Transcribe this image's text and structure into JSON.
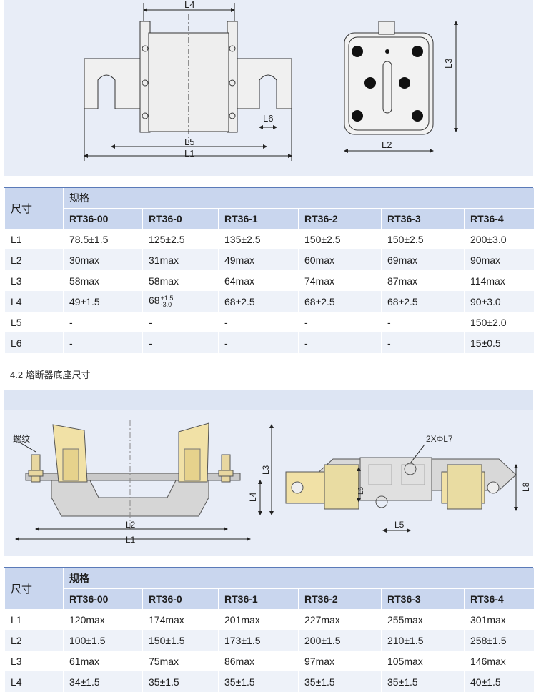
{
  "drawing1": {
    "labels": {
      "L4": "L4",
      "L5": "L5",
      "L1": "L1",
      "L6": "L6",
      "L3": "L3",
      "L2": "L2"
    }
  },
  "table1": {
    "dim_header": "尺寸",
    "spec_header": "规格",
    "models": [
      "RT36-00",
      "RT36-0",
      "RT36-1",
      "RT36-2",
      "RT36-3",
      "RT36-4"
    ],
    "rows": [
      {
        "label": "L1",
        "values": [
          "78.5±1.5",
          "125±2.5",
          "135±2.5",
          "150±2.5",
          "150±2.5",
          "200±3.0"
        ]
      },
      {
        "label": "L2",
        "values": [
          "30max",
          "31max",
          "49max",
          "60max",
          "69max",
          "90max"
        ]
      },
      {
        "label": "L3",
        "values": [
          "58max",
          "58max",
          "64max",
          "74max",
          "87max",
          "114max"
        ]
      },
      {
        "label": "L4",
        "values": [
          "49±1.5",
          "68",
          "68±2.5",
          "68±2.5",
          "68±2.5",
          "90±3.0"
        ]
      },
      {
        "label": "L5",
        "values": [
          "-",
          "-",
          "-",
          "-",
          "-",
          "150±2.0"
        ]
      },
      {
        "label": "L6",
        "values": [
          "-",
          "-",
          "-",
          "-",
          "-",
          "15±0.5"
        ]
      }
    ],
    "l4_tolerance": {
      "upper": "+1.5",
      "lower": "-3.0"
    }
  },
  "section_title": "4.2 熔断器底座尺寸",
  "drawing2": {
    "labels": {
      "screw": "螺纹",
      "L2": "L2",
      "L1": "L1",
      "L3": "L3",
      "L4": "L4",
      "hole": "2XΦL7",
      "L6": "L6",
      "L5": "L5",
      "L8": "L8"
    }
  },
  "table2": {
    "dim_header": "尺寸",
    "spec_header": "规格",
    "models": [
      "RT36-00",
      "RT36-0",
      "RT36-1",
      "RT36-2",
      "RT36-3",
      "RT36-4"
    ],
    "rows": [
      {
        "label": "L1",
        "values": [
          "120max",
          "174max",
          "201max",
          "227max",
          "255max",
          "301max"
        ]
      },
      {
        "label": "L2",
        "values": [
          "100±1.5",
          "150±1.5",
          "173±1.5",
          "200±1.5",
          "210±1.5",
          "258±1.5"
        ]
      },
      {
        "label": "L3",
        "values": [
          "61max",
          "75max",
          "86max",
          "97max",
          "105max",
          "146max"
        ]
      },
      {
        "label": "L4",
        "values": [
          "34±1.5",
          "35±1.5",
          "35±1.5",
          "35±1.5",
          "35±1.5",
          "40±1.5"
        ]
      }
    ]
  }
}
